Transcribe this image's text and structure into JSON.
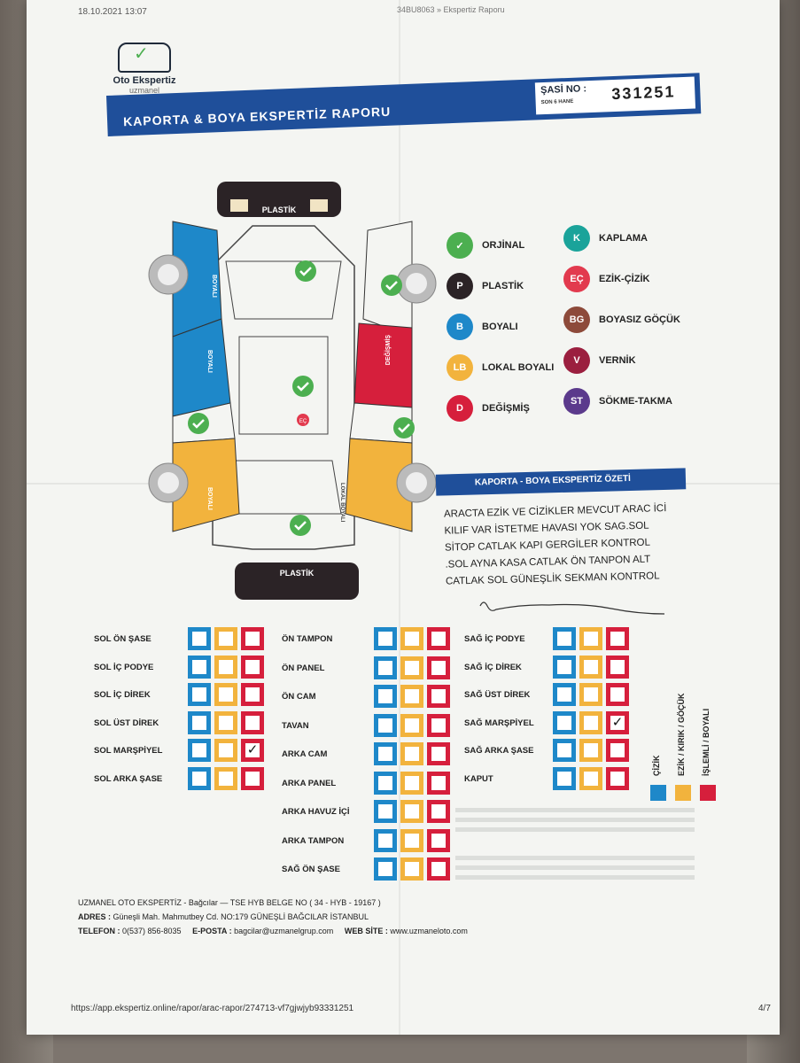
{
  "header": {
    "timestamp": "18.10.2021 13:07",
    "breadcrumb": "34BU8063 » Ekspertiz Raporu",
    "logo_name": "Oto Ekspertiz",
    "logo_sub": "uzmanel",
    "title": "KAPORTA & BOYA EKSPERTİZ RAPORU",
    "chassis_label": "ŞASİ NO :",
    "chassis_sub": "SON 6 HANE",
    "chassis_value": "331251"
  },
  "diagram": {
    "front_label": "PLASTİK",
    "rear_label": "PLASTİK",
    "left_panel_1": "BOYALI",
    "left_panel_2": "BOYALI",
    "left_panel_3": "BOYALI",
    "right_panel_1": "DEĞİŞMİŞ",
    "right_panel_2": "LOKAL BOYALI",
    "roof_marker": "EÇ"
  },
  "legend": [
    {
      "code": "✓",
      "label": "ORJİNAL",
      "color": "#4caf50"
    },
    {
      "code": "K",
      "label": "KAPLAMA",
      "color": "#1aa39a"
    },
    {
      "code": "P",
      "label": "PLASTİK",
      "color": "#2b2326"
    },
    {
      "code": "EÇ",
      "label": "EZİK-ÇİZİK",
      "color": "#e23a4e"
    },
    {
      "code": "B",
      "label": "BOYALI",
      "color": "#1e88c9"
    },
    {
      "code": "BG",
      "label": "BOYASIZ GÖÇÜK",
      "color": "#8d4a3a"
    },
    {
      "code": "LB",
      "label": "LOKAL BOYALI",
      "color": "#f2b33d"
    },
    {
      "code": "V",
      "label": "VERNİK",
      "color": "#9b1f3f"
    },
    {
      "code": "D",
      "label": "DEĞİŞMİŞ",
      "color": "#d61f3c"
    },
    {
      "code": "ST",
      "label": "SÖKME-TAKMA",
      "color": "#5b3a8c"
    }
  ],
  "summary": {
    "title": "KAPORTA - BOYA EKSPERTİZ ÖZETİ",
    "lines": [
      "ARACTA EZİK VE CİZİKLER MEVCUT ARAC İCİ",
      "KILIF VAR İSTETME HAVASI YOK SAG.SOL",
      "SİTOP CATLAK KAPI GERGİLER KONTROL",
      ".SOL AYNA KASA CATLAK ÖN TANPON ALT",
      "CATLAK SOL GÜNEŞLİK SEKMAN KONTROL"
    ]
  },
  "parts": {
    "col1": [
      {
        "label": "SOL ÖN ŞASE",
        "mark": ""
      },
      {
        "label": "SOL İÇ PODYE",
        "mark": ""
      },
      {
        "label": "SOL İÇ DİREK",
        "mark": ""
      },
      {
        "label": "SOL ÜST DİREK",
        "mark": ""
      },
      {
        "label": "SOL MARŞPİYEL",
        "mark": "✓"
      },
      {
        "label": "SOL ARKA ŞASE",
        "mark": ""
      }
    ],
    "col2": [
      {
        "label": "ÖN TAMPON",
        "mark": ""
      },
      {
        "label": "ÖN PANEL",
        "mark": ""
      },
      {
        "label": "ÖN CAM",
        "mark": ""
      },
      {
        "label": "TAVAN",
        "mark": ""
      },
      {
        "label": "ARKA CAM",
        "mark": ""
      },
      {
        "label": "ARKA PANEL",
        "mark": ""
      },
      {
        "label": "ARKA HAVUZ İÇİ",
        "mark": ""
      },
      {
        "label": "ARKA TAMPON",
        "mark": ""
      },
      {
        "label": "SAĞ ÖN ŞASE",
        "mark": ""
      }
    ],
    "col3": [
      {
        "label": "SAĞ İÇ PODYE",
        "mark": ""
      },
      {
        "label": "SAĞ İÇ DİREK",
        "mark": ""
      },
      {
        "label": "SAĞ ÜST DİREK",
        "mark": ""
      },
      {
        "label": "SAĞ MARŞPİYEL",
        "mark": "✓"
      },
      {
        "label": "SAĞ ARKA ŞASE",
        "mark": ""
      },
      {
        "label": "KAPUT",
        "mark": ""
      }
    ],
    "legend_cizik": "ÇİZİK",
    "legend_ezik": "EZİK / KIRIK / GÖÇÜK",
    "legend_islemli": "İŞLEMLİ / BOYALI"
  },
  "footer": {
    "company": "UZMANEL OTO EKSPERTİZ - Bağcılar — TSE HYB BELGE NO ( 34 - HYB - 19167 )",
    "address_label": "ADRES :",
    "address": "Güneşli Mah. Mahmutbey Cd. NO:179 GÜNEŞLİ BAĞCILAR İSTANBUL",
    "phone_label": "TELEFON :",
    "phone": "0(537) 856-8035",
    "email_label": "E-POSTA :",
    "email": "bagcilar@uzmanelgrup.com",
    "web_label": "WEB SİTE :",
    "web": "www.uzmaneloto.com",
    "url": "https://app.ekspertiz.online/rapor/arac-rapor/274713-vf7gjwjyb93331251",
    "page": "4/7"
  },
  "colors": {
    "brand_blue": "#1f4f9a",
    "blue": "#1e88c9",
    "yellow": "#f2b33d",
    "red": "#d61f3c",
    "green": "#4caf50"
  }
}
